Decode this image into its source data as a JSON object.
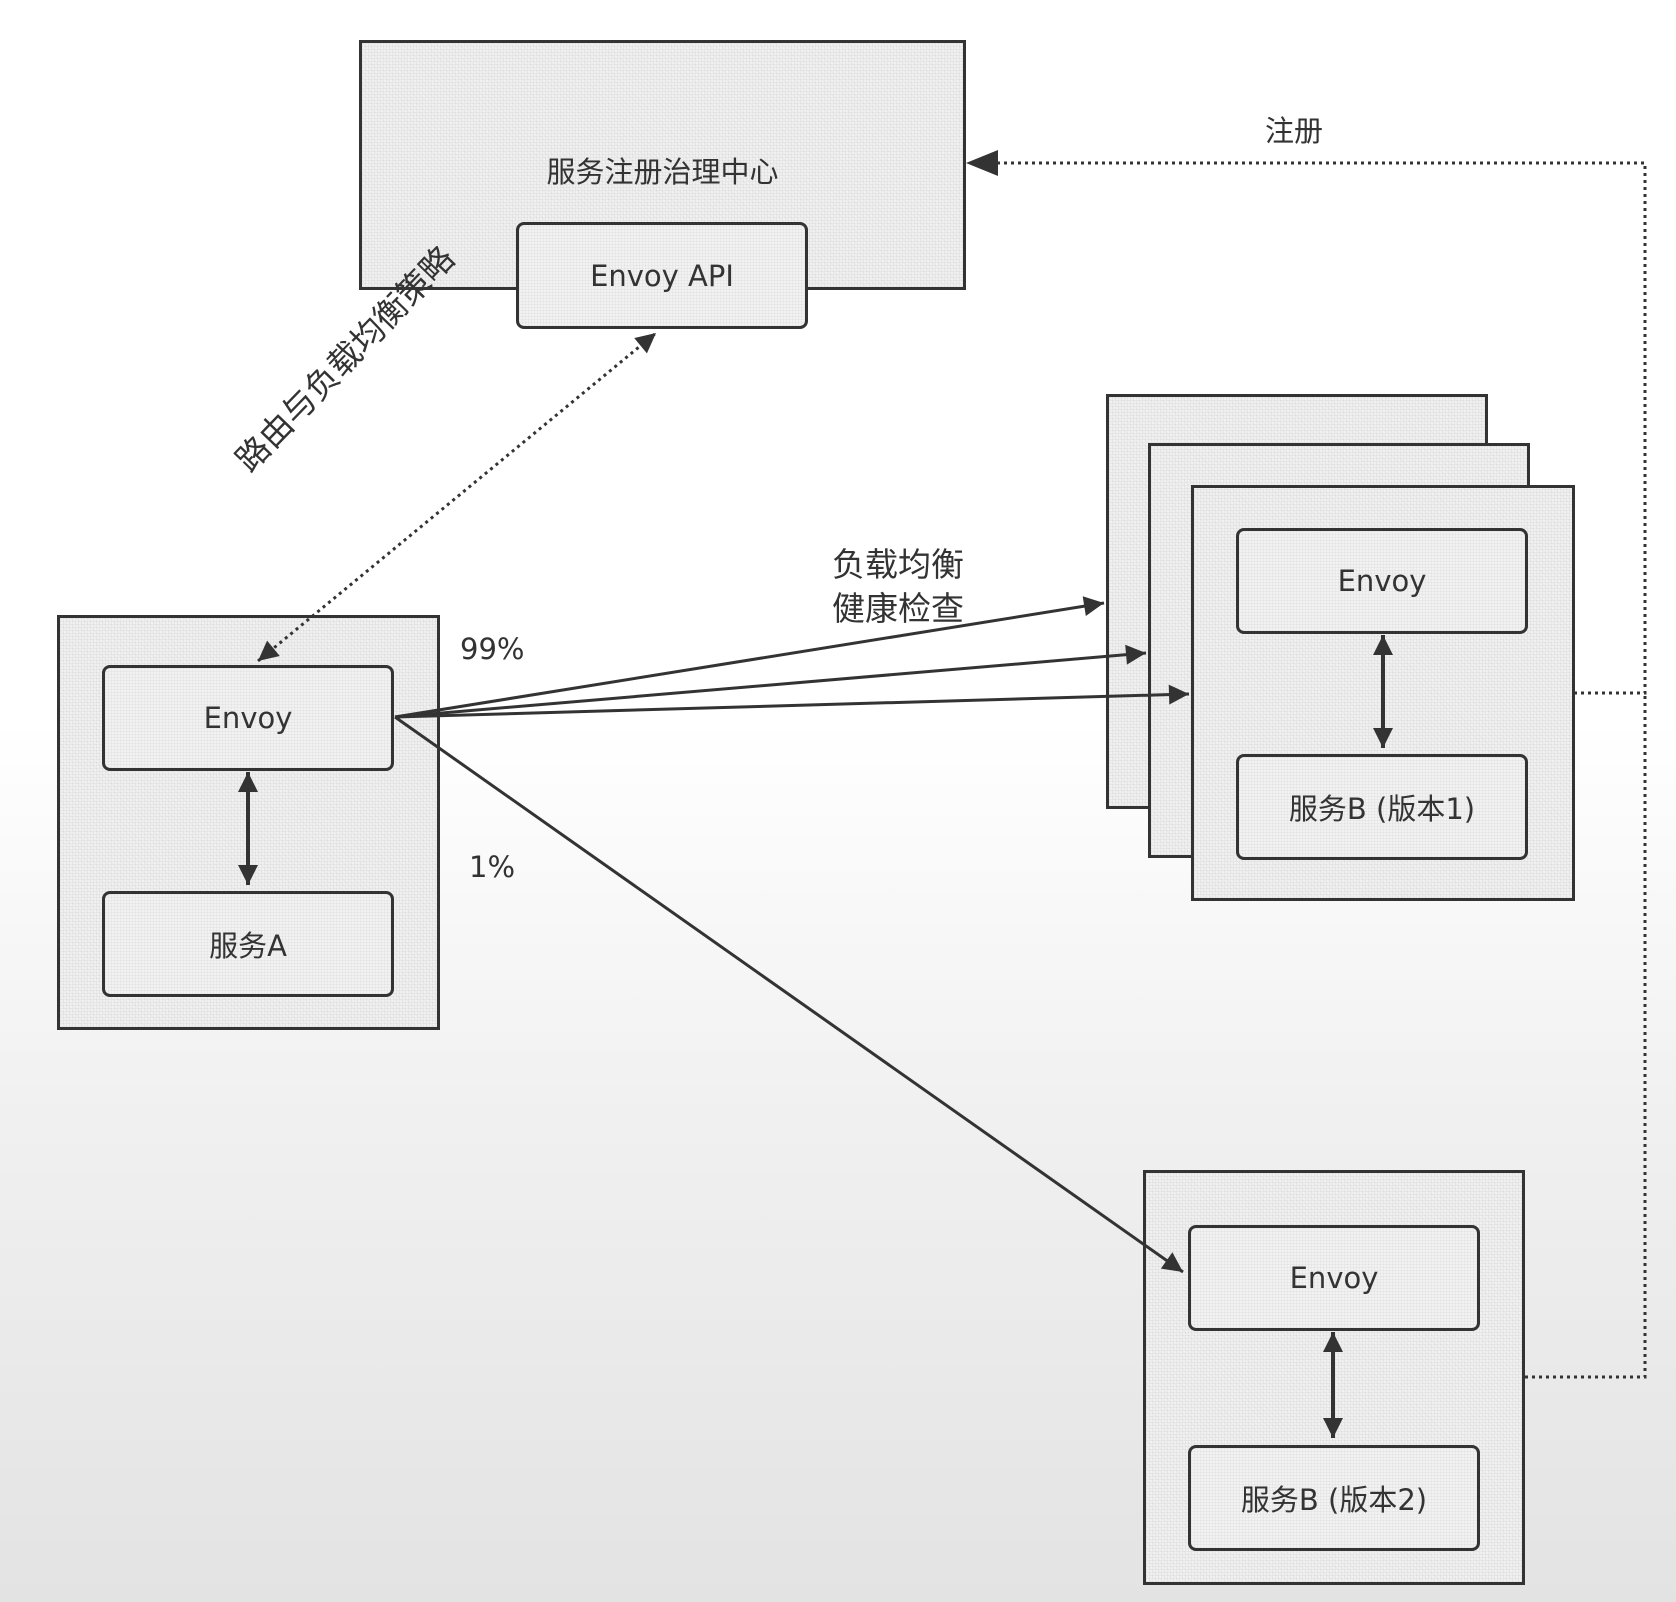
{
  "registry": {
    "title": "服务注册治理中心",
    "api_label": "Envoy API"
  },
  "service_a": {
    "envoy_label": "Envoy",
    "service_label": "服务A"
  },
  "service_b_v1": {
    "envoy_label": "Envoy",
    "service_label": "服务B (版本1)"
  },
  "service_b_v2": {
    "envoy_label": "Envoy",
    "service_label": "服务B (版本2)"
  },
  "edges": {
    "register_label": "注册",
    "routing_policy_label": "路由与负载均衡策略",
    "lb_label_line1": "负载均衡",
    "lb_label_line2": "健康检查",
    "pct_v1": "99%",
    "pct_v2": "1%"
  }
}
